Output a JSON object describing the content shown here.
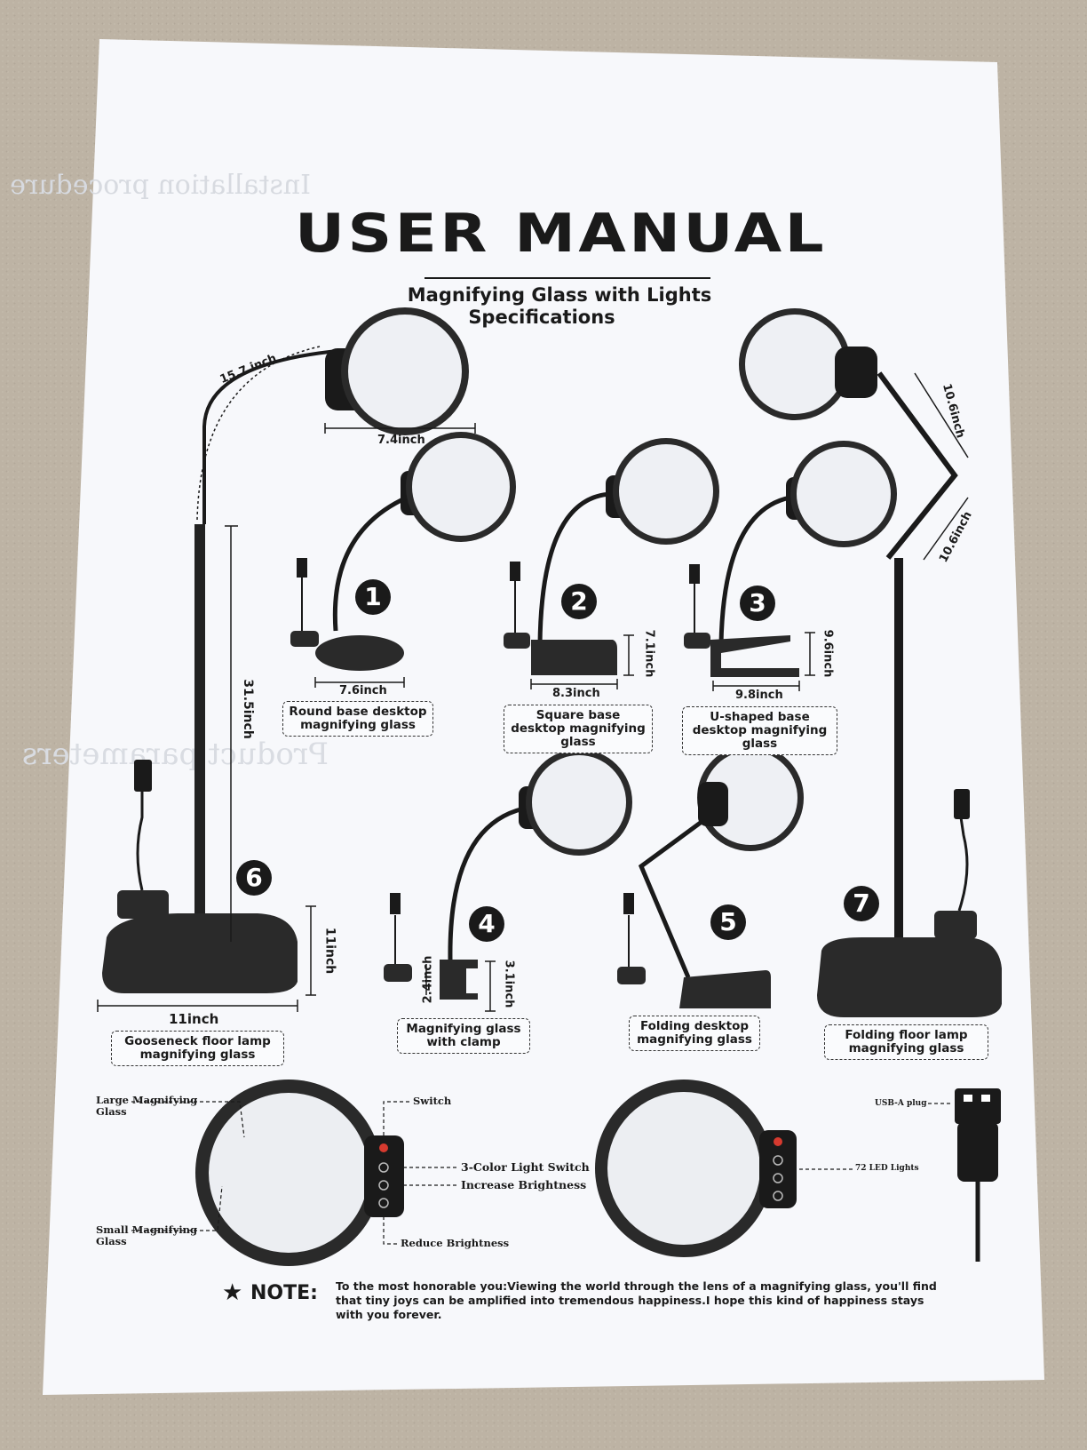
{
  "header": {
    "title": "USER MANUAL",
    "subtitle_line1": "Magnifying Glass with Lights",
    "subtitle_line2": "Specifications"
  },
  "dimensions": {
    "gooseneck_arm": "15.7 inch",
    "lens_width": "7.4inch",
    "pole_height": "31.5inch",
    "floor_base_height": "11inch",
    "floor_base_width": "11inch",
    "round_base_width": "7.6inch",
    "square_base_width": "8.3inch",
    "square_base_height": "7.1inch",
    "u_base_width": "9.8inch",
    "u_base_height": "9.6inch",
    "clamp_opening": "2.4inch",
    "clamp_depth": "3.1inch",
    "folding_arm_upper": "10.6inch",
    "folding_arm_lower": "10.6inch"
  },
  "models": [
    {
      "number": "1",
      "label": "Round base desktop magnifying glass"
    },
    {
      "number": "2",
      "label": "Square base desktop magnifying glass"
    },
    {
      "number": "3",
      "label": "U-shaped base desktop magnifying glass"
    },
    {
      "number": "4",
      "label": "Magnifying glass with clamp"
    },
    {
      "number": "5",
      "label": "Folding desktop magnifying glass"
    },
    {
      "number": "6",
      "label": "Gooseneck floor lamp magnifying glass"
    },
    {
      "number": "7",
      "label": "Folding floor lamp magnifying glass"
    }
  ],
  "callouts": {
    "large_lens": "Large Magnifying Glass",
    "small_lens": "Small Magnifying Glass",
    "switch": "Switch",
    "color_switch": "3-Color Light Switch",
    "increase": "Increase Brightness",
    "reduce": "Reduce Brightness",
    "usb": "USB-A plug",
    "leds": "72 LED Lights"
  },
  "note": {
    "heading": "NOTE:",
    "text": "To the most honorable you:Viewing the world through the lens of a magnifying glass, you'll find that tiny joys can be amplified into tremendous happiness.I hope this kind of happiness stays with you forever."
  },
  "colors": {
    "paper": "#f7f8fb",
    "ink": "#1a1a1a",
    "carpet": "#bdb3a4",
    "switch_red": "#d63a2f"
  }
}
